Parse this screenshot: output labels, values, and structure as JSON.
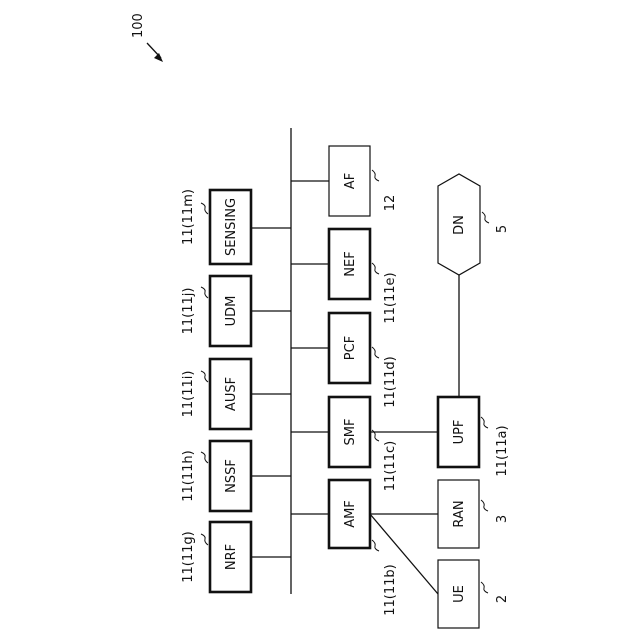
{
  "figure": {
    "system_ref": "100",
    "upper_nfs": [
      {
        "name": "NRF",
        "ref": "11(11g)"
      },
      {
        "name": "NSSF",
        "ref": "11(11h)"
      },
      {
        "name": "AUSF",
        "ref": "11(11i)"
      },
      {
        "name": "UDM",
        "ref": "11(11j)"
      },
      {
        "name": "SENSING",
        "ref": "11(11m)"
      }
    ],
    "lower_nfs": [
      {
        "name": "AMF",
        "ref": "11(11b)"
      },
      {
        "name": "SMF",
        "ref": "11(11c)"
      },
      {
        "name": "PCF",
        "ref": "11(11d)"
      },
      {
        "name": "NEF",
        "ref": "11(11e)"
      },
      {
        "name": "AF",
        "ref": "12"
      }
    ],
    "access": [
      {
        "name": "UE",
        "ref": "2"
      },
      {
        "name": "RAN",
        "ref": "3"
      },
      {
        "name": "UPF",
        "ref": "11(11a)"
      }
    ],
    "dn": {
      "name": "DN",
      "ref": "5"
    }
  }
}
